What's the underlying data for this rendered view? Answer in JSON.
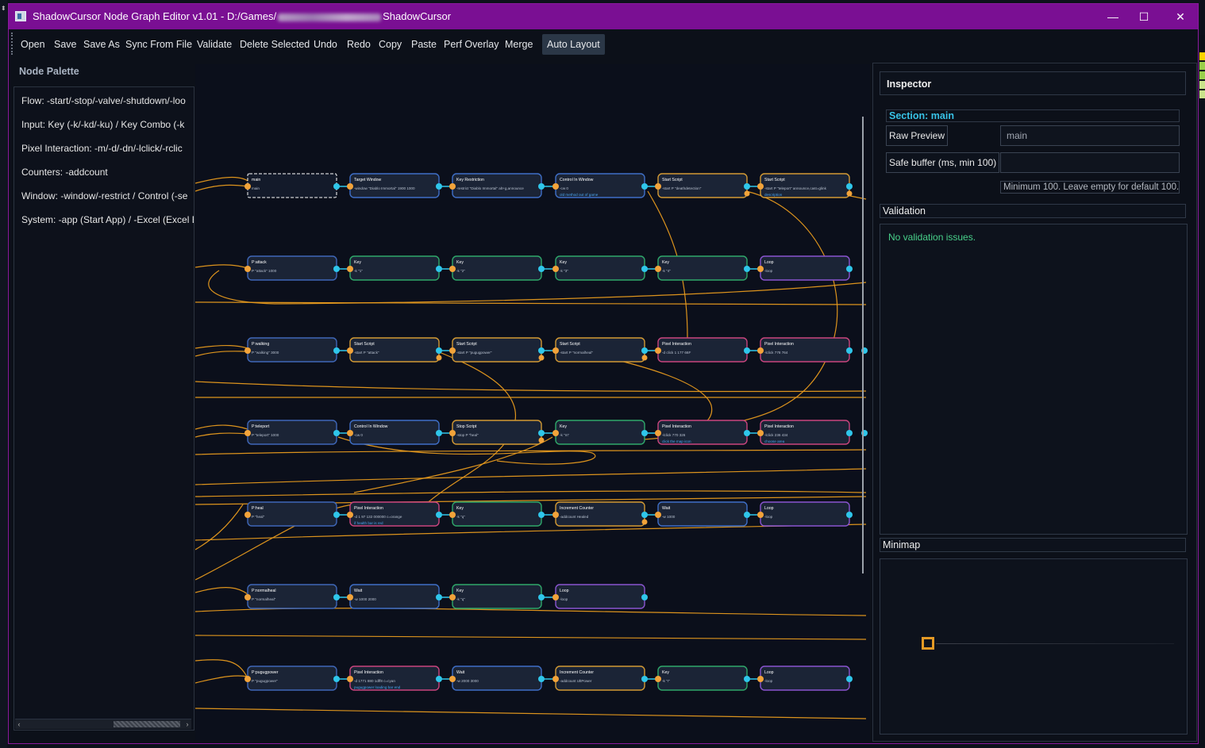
{
  "window": {
    "title_prefix": "ShadowCursor Node Graph Editor v1.01 - D:/Games/",
    "title_suffix": "ShadowCursor",
    "minimize": "—",
    "maximize": "☐",
    "close": "✕"
  },
  "menu": [
    "Open",
    "Save",
    "Save As",
    "Sync From File",
    "Validate",
    "Delete Selected",
    "Undo",
    "Redo",
    "Copy",
    "Paste",
    "Perf Overlay",
    "Merge",
    "Auto Layout"
  ],
  "palette": {
    "title": "Node Palette",
    "items": [
      "Flow: -start/-stop/-valve/-shutdown/-loo",
      "Input: Key (-k/-kd/-ku) / Key Combo (-k",
      "Pixel Interaction: -m/-d/-dn/-lclick/-rclic",
      "Counters: -addcount",
      "Window: -window/-restrict / Control (-se",
      "System: -app (Start App) / -Excel (Excel E"
    ],
    "scroll_left": "‹",
    "scroll_right": "›"
  },
  "inspector": {
    "title": "Inspector",
    "section": "Section: main",
    "raw_preview_label": "Raw Preview",
    "raw_preview_value": "main",
    "safe_buffer_label": "Safe buffer (ms, min 100)",
    "safe_buffer_value": "",
    "safe_buffer_hint": "Minimum 100. Leave empty for default 100.",
    "validation_title": "Validation",
    "validation_text": "No validation issues.",
    "minimap_title": "Minimap"
  },
  "colors": {
    "title_bar": "#7a0f93",
    "edge": "#e89b1e",
    "port_in": "#f2a33a",
    "port_out": "#2fc6ea",
    "validation_ok": "#48d08a",
    "section": "#38c2e6"
  },
  "graph": {
    "rows": [
      [
        {
          "title": "main",
          "sub": "main",
          "kind": "start",
          "selected": true
        },
        {
          "title": "Target Window",
          "sub": "-window \"Diablo Immortal\" 1900 1000",
          "kind": "window"
        },
        {
          "title": "Key Restriction",
          "sub": "-restrict \"Diablo Immortal\" alt+g,announce",
          "kind": "window"
        },
        {
          "title": "Control In Window",
          "sub": "-cw 0",
          "note": "old method out of game",
          "kind": "window"
        },
        {
          "title": "Start Script",
          "sub": "-start P \"deathdetection\"",
          "kind": "flow"
        },
        {
          "title": "Start Script",
          "sub": "-start P \"teleport\" announce,cast=glink",
          "note": "description",
          "kind": "flow"
        }
      ],
      [
        {
          "title": "P:attack",
          "sub": "P \"attack\" 1000",
          "kind": "start"
        },
        {
          "title": "Key",
          "sub": "-k \"1\"",
          "kind": "key"
        },
        {
          "title": "Key",
          "sub": "-k \"2\"",
          "kind": "key"
        },
        {
          "title": "Key",
          "sub": "-k \"3\"",
          "kind": "key"
        },
        {
          "title": "Key",
          "sub": "-k \"4\"",
          "kind": "key"
        },
        {
          "title": "Loop",
          "sub": "-loop",
          "kind": "loop"
        }
      ],
      [
        {
          "title": "P:walking",
          "sub": "P \"walking\" 3000",
          "kind": "start"
        },
        {
          "title": "Start Script",
          "sub": "-start P \"attack\"",
          "kind": "flow"
        },
        {
          "title": "Start Script",
          "sub": "-start P \"pugugpower\"",
          "kind": "flow"
        },
        {
          "title": "Start Script",
          "sub": "-start P \"normalheal\"",
          "kind": "flow"
        },
        {
          "title": "Pixel Interaction",
          "sub": "-d click 1 177 66F",
          "kind": "pixel"
        },
        {
          "title": "Pixel Interaction",
          "sub": "-lclick 778 764",
          "kind": "pixel"
        }
      ],
      [
        {
          "title": "P:teleport",
          "sub": "P \"teleport\" 1000",
          "kind": "start"
        },
        {
          "title": "Control In Window",
          "sub": "-cw 0",
          "kind": "window"
        },
        {
          "title": "Stop Script",
          "sub": "-stop P \"heal\"",
          "kind": "flow"
        },
        {
          "title": "Key",
          "sub": "-k \"m\"",
          "kind": "key"
        },
        {
          "title": "Pixel Interaction",
          "sub": "-lclick 770 326",
          "note": "click the map icon",
          "kind": "pixel"
        },
        {
          "title": "Pixel Interaction",
          "sub": "-lclick 236 434",
          "note": "choose area",
          "kind": "pixel"
        }
      ],
      [
        {
          "title": "P:heal",
          "sub": "P \"heal\"",
          "kind": "start"
        },
        {
          "title": "Pixel Interaction",
          "sub": "-d 1 97 132 000000 c=orange",
          "note": "if health bar is red",
          "kind": "pixel"
        },
        {
          "title": "Key",
          "sub": "-k \"q\"",
          "kind": "key"
        },
        {
          "title": "Increment Counter",
          "sub": "-addcount Healed",
          "kind": "flow"
        },
        {
          "title": "Wait",
          "sub": "-w 1000",
          "kind": "window"
        },
        {
          "title": "Loop",
          "sub": "-loop",
          "kind": "loop"
        }
      ],
      [
        {
          "title": "P:normalheal",
          "sub": "P \"normalheal\"",
          "kind": "start"
        },
        {
          "title": "Wait",
          "sub": "-w 1000 2000",
          "kind": "window"
        },
        {
          "title": "Key",
          "sub": "-k \"q\"",
          "kind": "key"
        },
        {
          "title": "Loop",
          "sub": "-loop",
          "kind": "loop"
        }
      ],
      [
        {
          "title": "P:pugugpower",
          "sub": "P \"pugugpower\"",
          "kind": "start"
        },
        {
          "title": "Pixel Interaction",
          "sub": "-d 1771 880 1dff8 c=cyan",
          "note": "pugugpower loading bar end",
          "kind": "pixel"
        },
        {
          "title": "Wait",
          "sub": "-w 2000 3000",
          "kind": "window"
        },
        {
          "title": "Increment Counter",
          "sub": "-addcount UltPower",
          "kind": "flow"
        },
        {
          "title": "Key",
          "sub": "-k \"r\"",
          "kind": "key"
        },
        {
          "title": "Loop",
          "sub": "-loop",
          "kind": "loop"
        }
      ]
    ]
  }
}
